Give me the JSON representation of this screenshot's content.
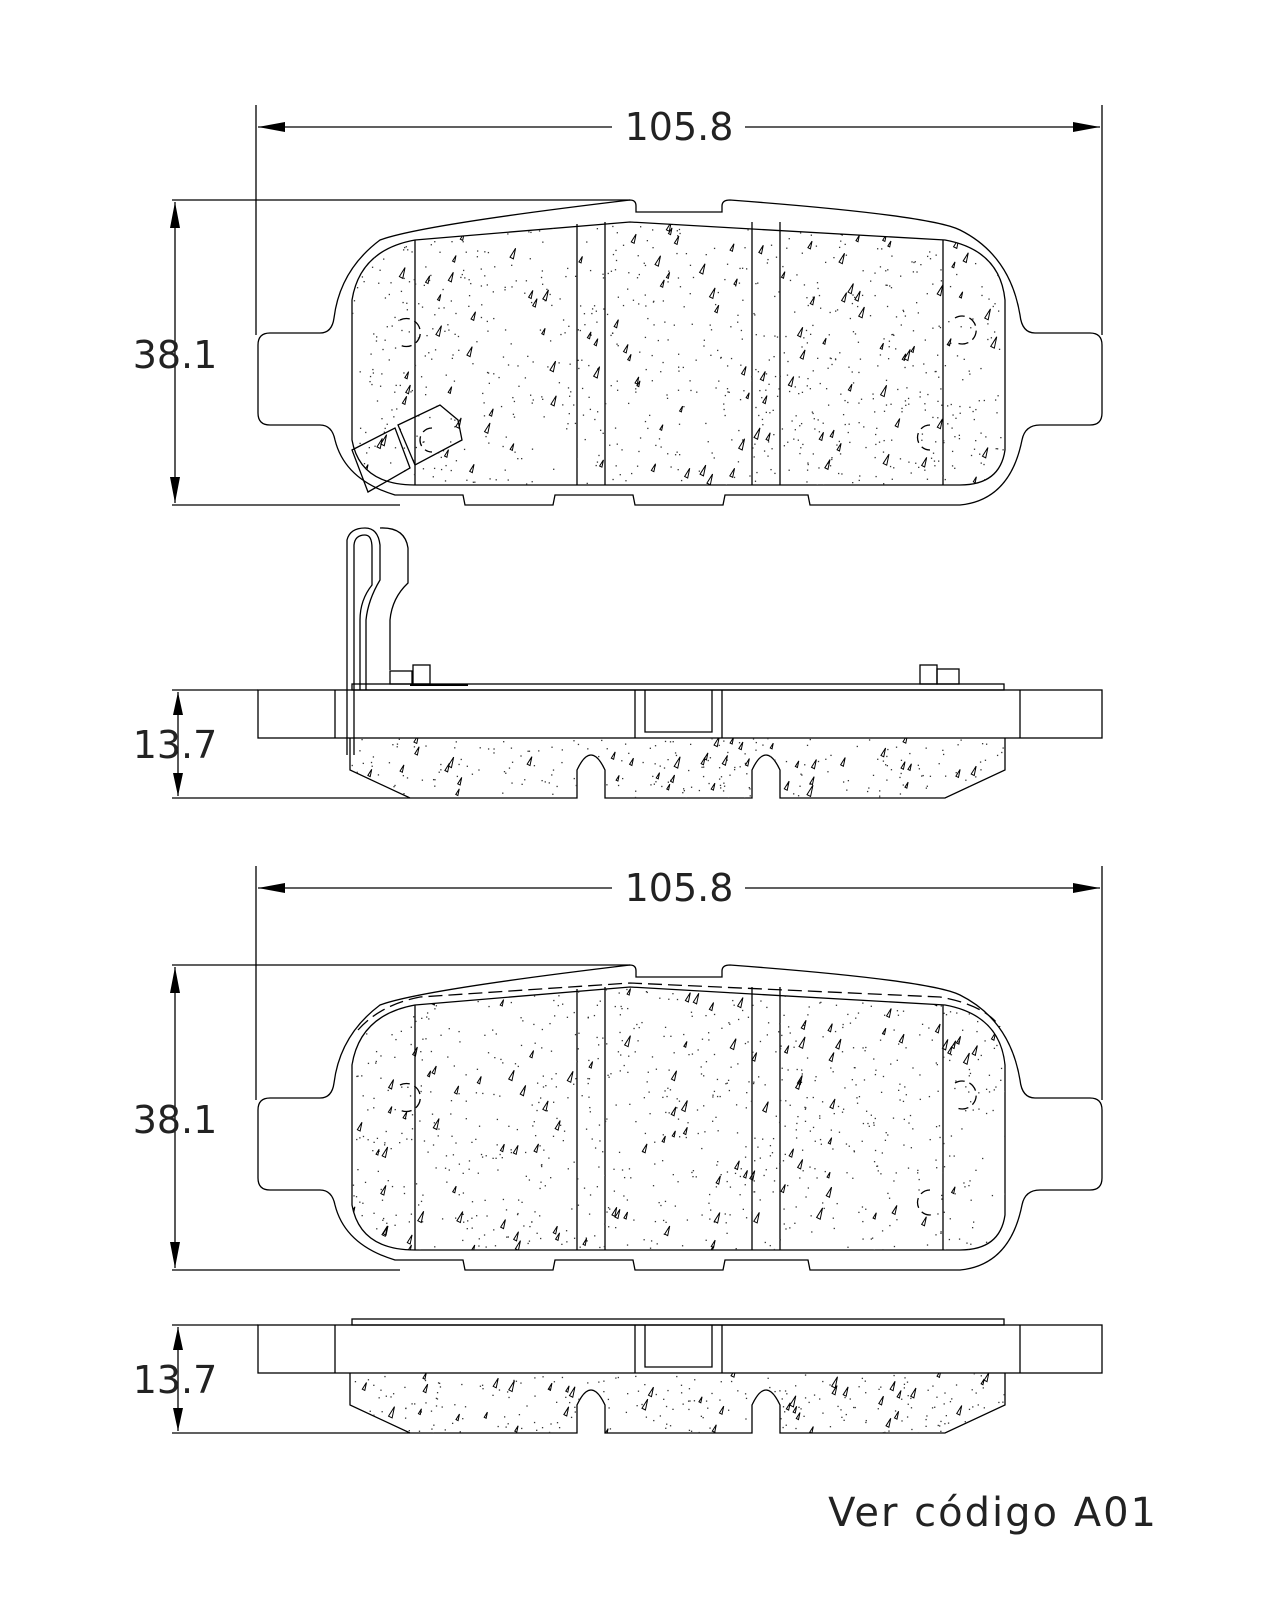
{
  "views": [
    {
      "width_label": "105.8",
      "height_label": "38.1",
      "thickness_label": "13.7",
      "has_wear_sensor": true
    },
    {
      "width_label": "105.8",
      "height_label": "38.1",
      "thickness_label": "13.7",
      "has_wear_sensor": false
    }
  ],
  "note": "Ver código A01"
}
